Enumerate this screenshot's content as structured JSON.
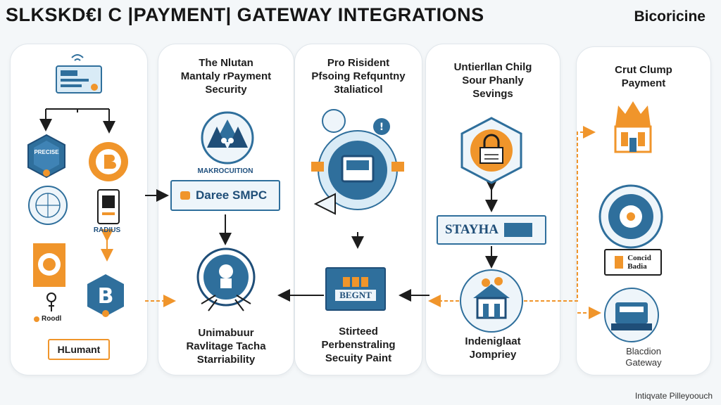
{
  "header": {
    "title": "SLKSKD€I C |PAYMENT| GATEWAY INTEGRATIONS",
    "brand": "Bicoricine"
  },
  "footer": {
    "note": "Intiqvate Pilleyoouch"
  },
  "panel1": {
    "badge_top": "PRECISE",
    "label_small": "RADIUS",
    "box_label": "HLumant",
    "small_bottom": "Roodl"
  },
  "panel2": {
    "top_text": "The Nlutan\nMantaly rPayment\nSecurity",
    "sub_label": "MAKROCUITION",
    "box_label": "Daree SMPC",
    "bottom_text": "Unimabuur\nRavlitage Tacha\nStarriability"
  },
  "panel3": {
    "top_text": "Pro Risident\nPfsoing Refquntny\n3taliaticol",
    "box_label": "BEGNT",
    "bottom_text": "Stirteed\nPerbenstraling\nSecuity Paint"
  },
  "panel4": {
    "top_text": "Untierllan Chilg\nSour Phanly\nSevings",
    "box_label": "STAYHA",
    "bottom_text": "Indeniglaat\nJompriey"
  },
  "panel5": {
    "top_text": "Crut Clump\nPayment",
    "middle_label": "Concid\nBadia",
    "bottom_text": "Blacdion\nGateway"
  },
  "colors": {
    "blue": "#2f6f9c",
    "dark_blue": "#1f4e78",
    "orange": "#f0952b",
    "light_blue": "#d9ebf6"
  }
}
